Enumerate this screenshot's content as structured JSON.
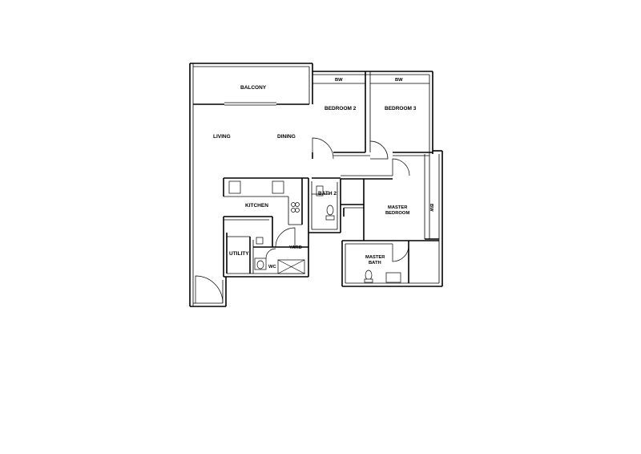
{
  "floorplan": {
    "rooms": {
      "balcony": "BALCONY",
      "living": "LIVING",
      "dining": "DINING",
      "bedroom2": "BEDROOM 2",
      "bedroom3": "BEDROOM 3",
      "bw1": "BW",
      "bw2": "BW",
      "bw3": "BW",
      "kitchen": "KITCHEN",
      "bath2": "BATH 2",
      "master_bedroom_line1": "MASTER",
      "master_bedroom_line2": "BEDROOM",
      "utility": "UTILITY",
      "yard": "YARD",
      "wc": "WC",
      "master_bath_line1": "MASTER",
      "master_bath_line2": "BATH"
    }
  }
}
